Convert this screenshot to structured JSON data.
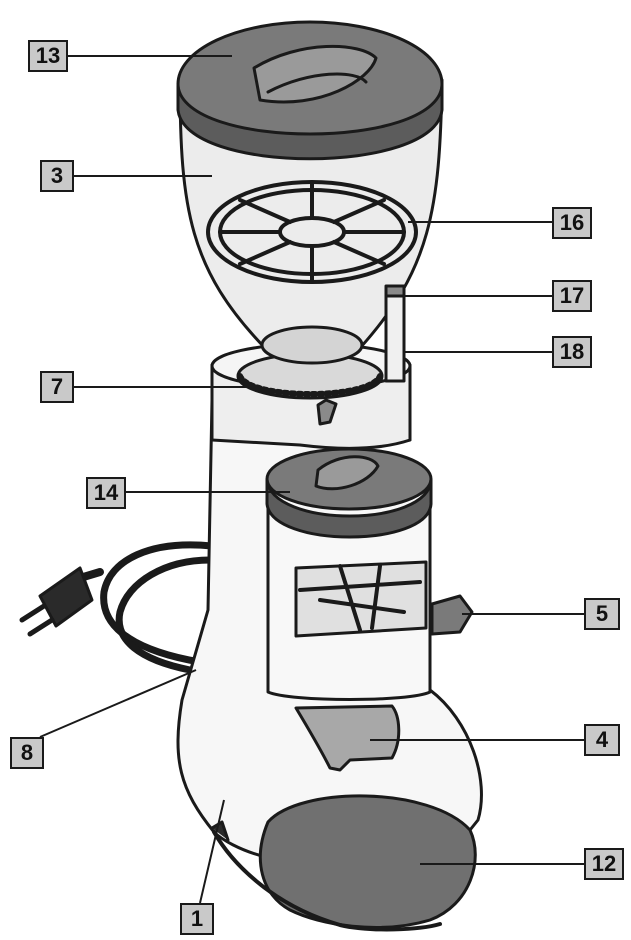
{
  "labels": {
    "l13": "13",
    "l3": "3",
    "l16": "16",
    "l17": "17",
    "l18": "18",
    "l7": "7",
    "l14": "14",
    "l5": "5",
    "l4": "4",
    "l8": "8",
    "l12": "12",
    "l1": "1"
  },
  "colors": {
    "label_fill": "#c9c9c9",
    "outline": "#1a1a1a",
    "dark_part": "#6b6b6b",
    "light_part": "#f2f2f2"
  }
}
